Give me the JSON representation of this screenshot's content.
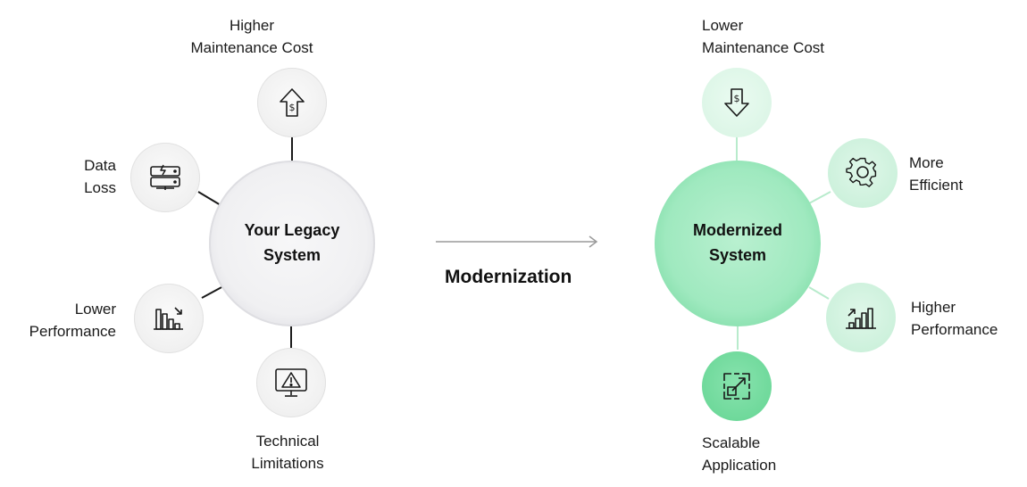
{
  "legacy": {
    "center": {
      "line1": "Your Legacy",
      "line2": "System"
    },
    "top": {
      "line1": "Higher",
      "line2": "Maintenance Cost",
      "icon": "dollar-up-arrow-icon"
    },
    "left_upper": {
      "line1": "Data",
      "line2": "Loss",
      "icon": "server-lightning-icon"
    },
    "left_lower": {
      "line1": "Lower",
      "line2": "Performance",
      "icon": "bar-chart-down-icon"
    },
    "bottom": {
      "line1": "Technical",
      "line2": "Limitations",
      "icon": "monitor-warning-icon"
    }
  },
  "transition": {
    "label": "Modernization",
    "icon": "arrow-right-icon"
  },
  "modern": {
    "center": {
      "line1": "Modernized",
      "line2": "System"
    },
    "top": {
      "line1": "Lower",
      "line2": "Maintenance Cost",
      "icon": "dollar-down-arrow-icon"
    },
    "right_upper": {
      "line1": "More",
      "line2": "Efficient",
      "icon": "gear-icon"
    },
    "right_lower": {
      "line1": "Higher",
      "line2": "Performance",
      "icon": "bar-chart-up-icon"
    },
    "bottom": {
      "line1": "Scalable",
      "line2": "Application",
      "icon": "expand-arrows-icon"
    }
  },
  "colors": {
    "legacy_fill": "#f0f0f2",
    "modern_fill": "#9fe9bf",
    "modern_accent": "#6fd99b",
    "connector_dark": "#1a1a1a",
    "connector_green": "#b8ebcc",
    "arrow_gray": "#9a9a9a"
  }
}
